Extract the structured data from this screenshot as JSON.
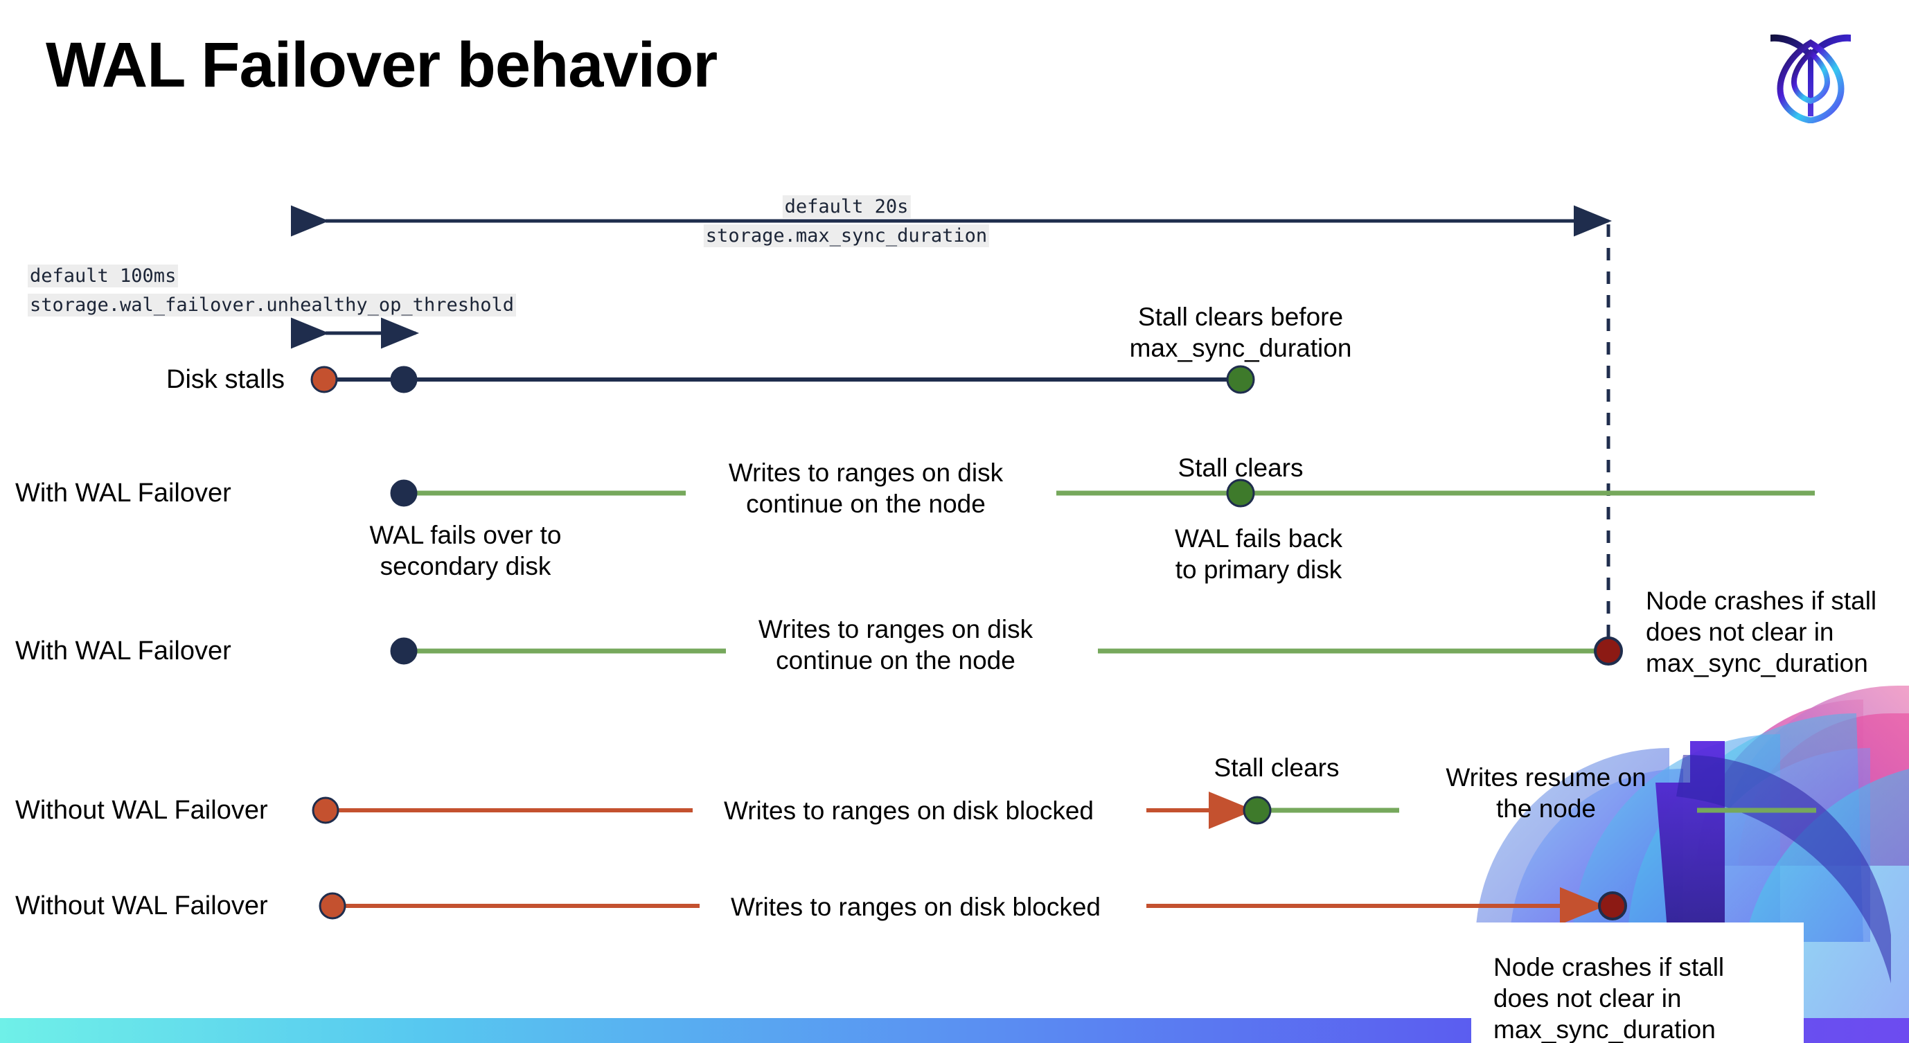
{
  "slide": {
    "title": "WAL Failover behavior",
    "logo_name": "cockroachdb-logo"
  },
  "config_labels": {
    "max_sync": {
      "default": "default 20s",
      "setting": "storage.max_sync_duration"
    },
    "unhealthy_threshold": {
      "default": "default 100ms",
      "setting": "storage.wal_failover.unhealthy_op_threshold"
    }
  },
  "rows": [
    {
      "id": "disk-stalls",
      "label": "Disk stalls",
      "annotations": [
        "Stall clears before",
        "max_sync_duration"
      ]
    },
    {
      "id": "with-wal-failover-1",
      "label": "With WAL Failover",
      "ann_writes": [
        "Writes to ranges on disk",
        "continue on the node"
      ],
      "ann_failover": [
        "WAL fails over to",
        "secondary disk"
      ],
      "ann_stall_clears": "Stall clears",
      "ann_fail_back": [
        "WAL fails  back",
        "to primary disk"
      ]
    },
    {
      "id": "with-wal-failover-2",
      "label": "With WAL Failover",
      "ann_writes": [
        "Writes to ranges on disk",
        "continue on the node"
      ],
      "ann_crash": [
        "Node crashes if stall",
        "does not clear in",
        "max_sync_duration"
      ]
    },
    {
      "id": "without-wal-failover-1",
      "label": "Without WAL Failover",
      "ann_blocked": "Writes to ranges on disk  blocked",
      "ann_stall_clears": "Stall clears",
      "ann_resume": [
        "Writes resume on",
        "the node"
      ]
    },
    {
      "id": "without-wal-failover-2",
      "label": "Without WAL Failover",
      "ann_blocked": "Writes to ranges on disk  blocked",
      "ann_crash": [
        "Node crashes if stall",
        "does not clear in",
        "max_sync_duration"
      ]
    }
  ],
  "colors": {
    "navy": "#1f2d4d",
    "orange": "#c4512f",
    "green_dot": "#3e7a2b",
    "green_line": "#76a85c",
    "red_dot": "#8c1a14",
    "code_bg": "#ededed",
    "bar_gradient_start": "#6ff0e8",
    "bar_gradient_end": "#6d4bf0"
  },
  "chart_data": {
    "type": "timeline",
    "title": "WAL Failover behavior",
    "xlabel": "",
    "ylabel": "",
    "legend": [],
    "annotations": [
      "default 20s / storage.max_sync_duration spans the full timeline",
      "default 100ms / storage.wal_failover.unhealthy_op_threshold spans the stall-detection window"
    ],
    "series": [
      {
        "name": "Disk stalls",
        "marks": [
          {
            "x": 0.0,
            "type": "dot",
            "color": "#c4512f"
          },
          {
            "x": 0.06,
            "type": "dot",
            "color": "#1f2d4d"
          },
          {
            "x": 0.72,
            "type": "dot",
            "color": "#3e7a2b"
          }
        ]
      },
      {
        "name": "With WAL Failover",
        "marks": [
          {
            "x": 0.06,
            "type": "dot",
            "color": "#1f2d4d"
          },
          {
            "x": 0.72,
            "type": "dot",
            "color": "#3e7a2b"
          }
        ]
      },
      {
        "name": "With WAL Failover",
        "marks": [
          {
            "x": 0.06,
            "type": "dot",
            "color": "#1f2d4d"
          },
          {
            "x": 1.0,
            "type": "dot",
            "color": "#8c1a14"
          }
        ]
      },
      {
        "name": "Without WAL Failover",
        "marks": [
          {
            "x": 0.0,
            "type": "dot",
            "color": "#c4512f"
          },
          {
            "x": 0.72,
            "type": "dot",
            "color": "#3e7a2b"
          }
        ]
      },
      {
        "name": "Without WAL Failover",
        "marks": [
          {
            "x": 0.0,
            "type": "dot",
            "color": "#c4512f"
          },
          {
            "x": 1.0,
            "type": "dot",
            "color": "#8c1a14"
          }
        ]
      }
    ]
  }
}
